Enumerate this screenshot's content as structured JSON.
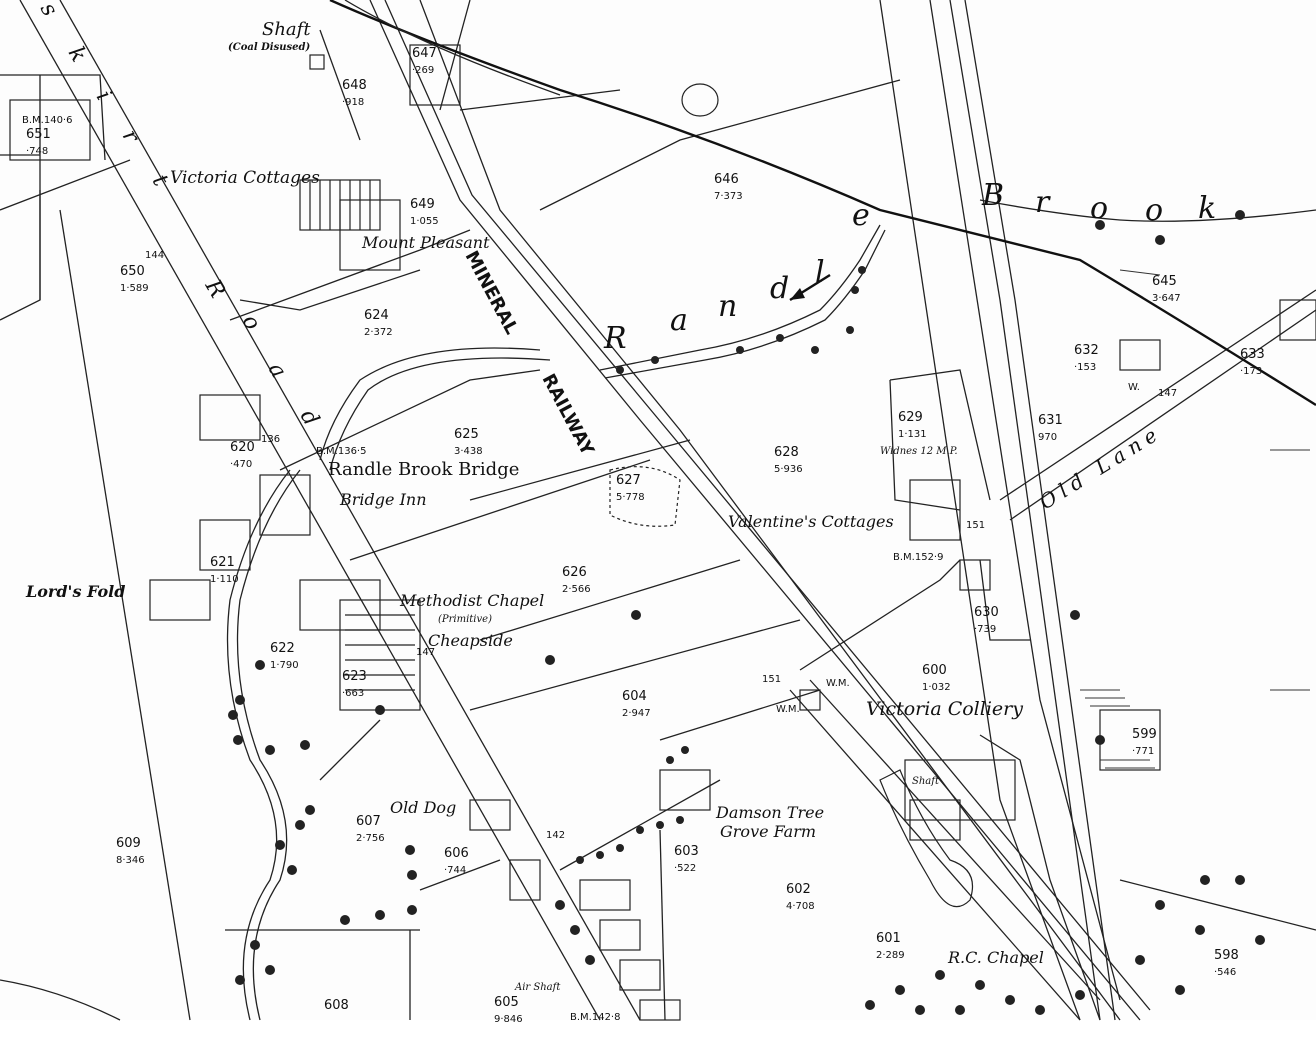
{
  "labels": {
    "shaft": "Shaft",
    "coal_disused": "(Coal Disused)",
    "victoria_cottages": "Victoria Cottages",
    "mount_pleasant": "Mount Pleasant",
    "mineral": "MINERAL",
    "railway": "RAILWAY",
    "randle_brook_bridge": "Randle Brook Bridge",
    "bridge_inn": "Bridge Inn",
    "lords_fold": "Lord's Fold",
    "methodist_chapel": "Methodist Chapel",
    "primitive": "(Primitive)",
    "cheapside": "Cheapside",
    "old_dog": "Old Dog",
    "damson_tree": "Damson Tree",
    "grove_farm": "Grove Farm",
    "valentines_cottages": "Valentine's Cottages",
    "victoria_colliery": "Victoria Colliery",
    "rc_chapel": "R.C. Chapel",
    "air_shaft": "Air Shaft",
    "old_lane": "Old Lane",
    "widnes": "Widnes 12 M.P.",
    "shaft_small": "Shaft"
  },
  "brook_letters": [
    "R",
    "a",
    "n",
    "d",
    "l",
    "e",
    "B",
    "r",
    "o",
    "o",
    "k"
  ],
  "road_letters": [
    "R",
    "o",
    "a",
    "d"
  ],
  "skirt_letters": [
    "s",
    "k",
    "i",
    "r",
    "t"
  ],
  "benchmarks": {
    "bm1": "B.M.136·5",
    "bm2": "B.M.152·9",
    "bm3": "B.M.142·8",
    "bm4": "B.M.140·6",
    "s144": "144",
    "s136": "136",
    "s147": "147",
    "s147b": "147",
    "s151": "151",
    "s151b": "151",
    "s142": "142",
    "wm1": "W.M.",
    "wm2": "W.M.",
    "wm3": "W."
  },
  "parcels": [
    {
      "id": "p647",
      "num": "647",
      "area": "·269"
    },
    {
      "id": "p648",
      "num": "648",
      "area": "·918"
    },
    {
      "id": "p651",
      "num": "651",
      "area": "·748"
    },
    {
      "id": "p649",
      "num": "649",
      "area": "1·055"
    },
    {
      "id": "p646",
      "num": "646",
      "area": "7·373"
    },
    {
      "id": "p650",
      "num": "650",
      "area": "1·589"
    },
    {
      "id": "p624",
      "num": "624",
      "area": "2·372"
    },
    {
      "id": "p645",
      "num": "645",
      "area": "3·647"
    },
    {
      "id": "p632",
      "num": "632",
      "area": "·153"
    },
    {
      "id": "p633",
      "num": "633",
      "area": "·173"
    },
    {
      "id": "p629",
      "num": "629",
      "area": "1·131"
    },
    {
      "id": "p631",
      "num": "631",
      "area": "970"
    },
    {
      "id": "p625",
      "num": "625",
      "area": "3·438"
    },
    {
      "id": "p620",
      "num": "620",
      "area": "·470"
    },
    {
      "id": "p628",
      "num": "628",
      "area": "5·936"
    },
    {
      "id": "p627",
      "num": "627",
      "area": "5·778"
    },
    {
      "id": "p621",
      "num": "621",
      "area": "1·110"
    },
    {
      "id": "p626",
      "num": "626",
      "area": "2·566"
    },
    {
      "id": "p630",
      "num": "630",
      "area": "·739"
    },
    {
      "id": "p622",
      "num": "622",
      "area": "1·790"
    },
    {
      "id": "p623",
      "num": "623",
      "area": "·663"
    },
    {
      "id": "p600",
      "num": "600",
      "area": "1·032"
    },
    {
      "id": "p604",
      "num": "604",
      "area": "2·947"
    },
    {
      "id": "p599",
      "num": "599",
      "area": "·771"
    },
    {
      "id": "p607",
      "num": "607",
      "area": "2·756"
    },
    {
      "id": "p606",
      "num": "606",
      "area": "·744"
    },
    {
      "id": "p609",
      "num": "609",
      "area": "8·346"
    },
    {
      "id": "p603",
      "num": "603",
      "area": "·522"
    },
    {
      "id": "p602",
      "num": "602",
      "area": "4·708"
    },
    {
      "id": "p601",
      "num": "601",
      "area": "2·289"
    },
    {
      "id": "p598",
      "num": "598",
      "area": "·546"
    },
    {
      "id": "p608",
      "num": "608",
      "area": ""
    },
    {
      "id": "p605",
      "num": "605",
      "area": "9·846"
    }
  ]
}
